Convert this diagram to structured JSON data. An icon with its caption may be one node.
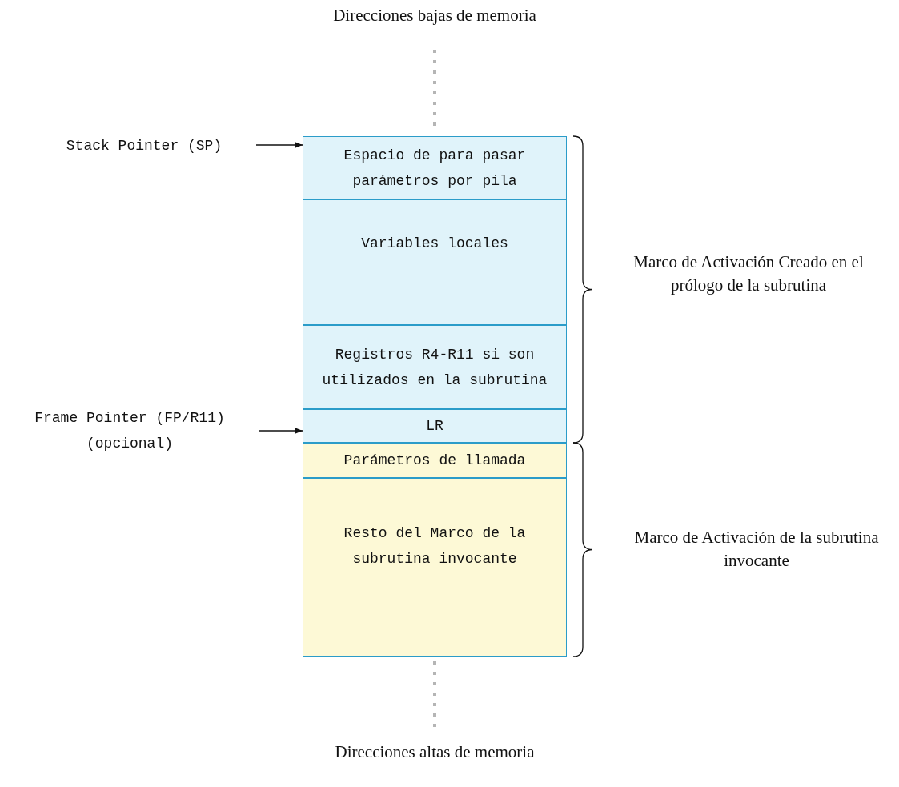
{
  "diagram": {
    "nodes": [
      {
        "text": [
          "Stack Pointer (SP)"
        ]
      },
      {
        "text": [
          "Espacio de para pasar parámetros por pila"
        ]
      },
      {
        "text": [
          "Variables locales"
        ]
      },
      {
        "text": [
          "Registros R4-R11 si son utilizados en la subrutina"
        ]
      },
      {
        "text": [
          "Frame Pointer (FP/R11) (opcional)"
        ]
      },
      {
        "text": [
          "LR"
        ]
      },
      {
        "text": [
          "Parámetros de llamada"
        ]
      },
      {
        "text": [
          "Resto del Marco de la subrutina invocante"
        ]
      }
    ],
    "edges": [
      {
        "from": 0,
        "to": 1,
        "arrow": "to"
      },
      {
        "from": 4,
        "to": 5,
        "arrow": "to"
      }
    ],
    "labels": [
      "Direcciones bajas de memoria",
      "Marco de Activación Creado en el prólogo de la subrutina",
      "Marco de Activación de la subrutina invocante",
      "Direcciones altas de memoria"
    ]
  }
}
